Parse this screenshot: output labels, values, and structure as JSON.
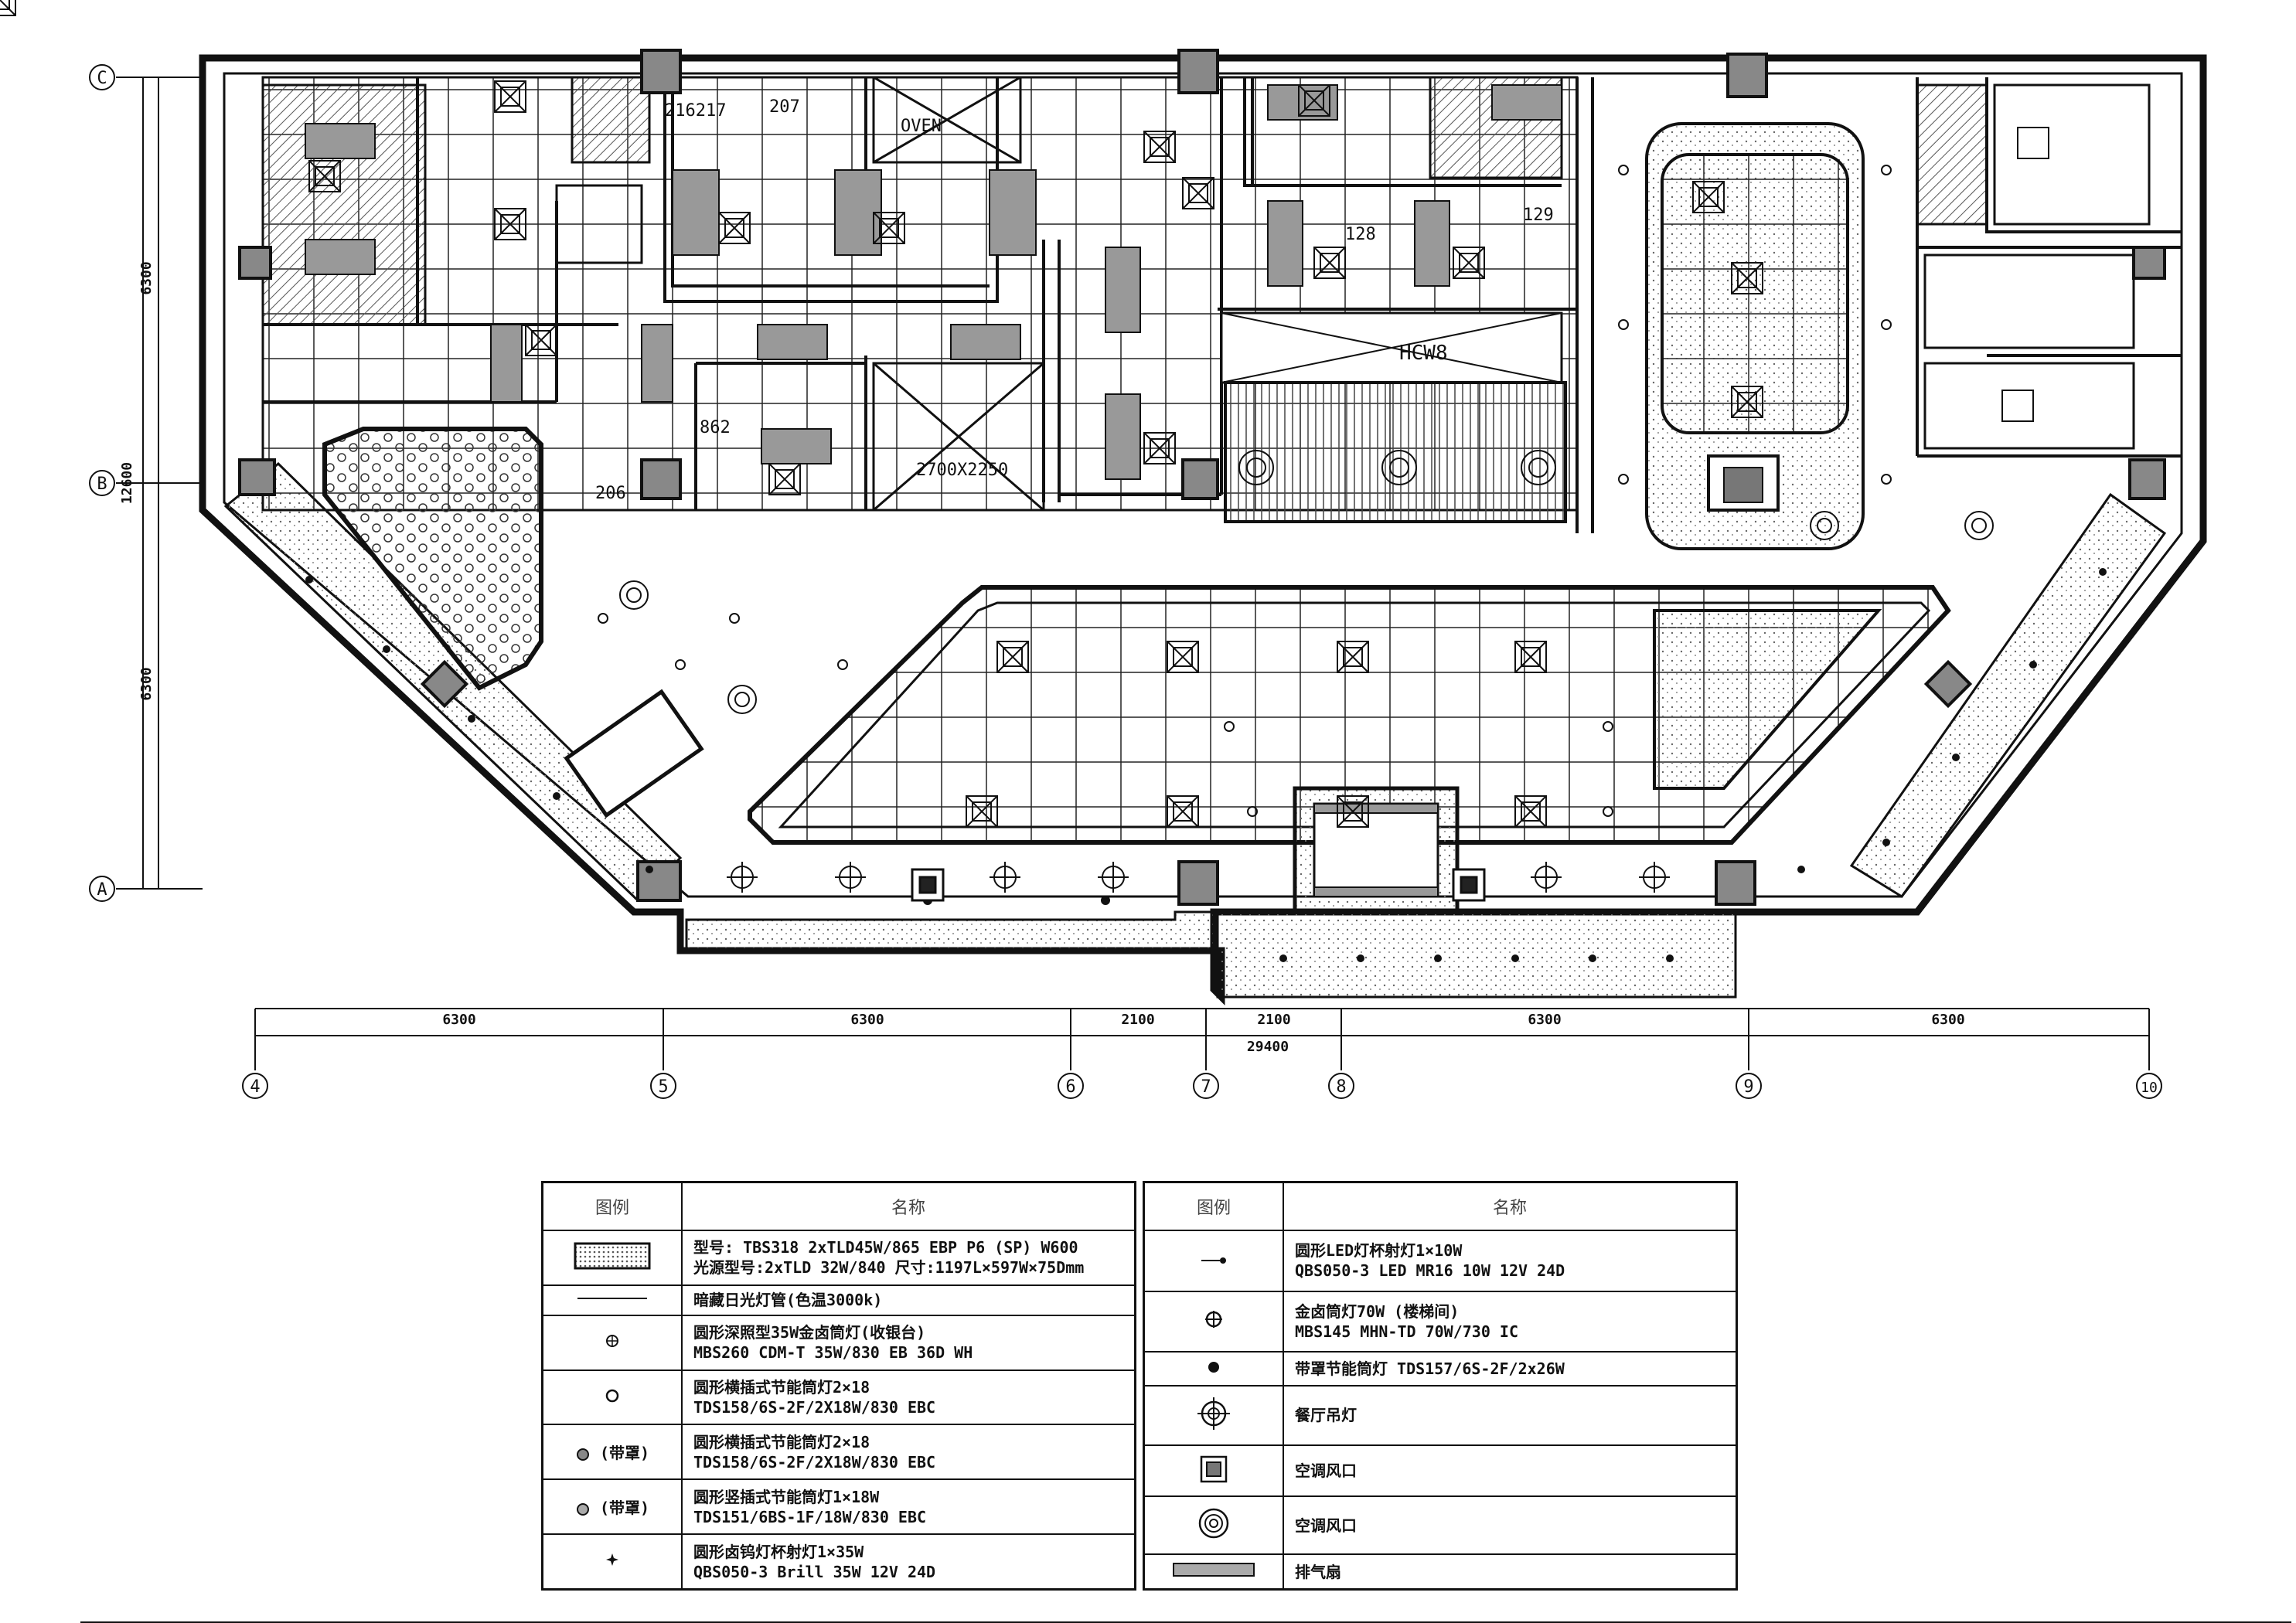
{
  "grid_axes": {
    "rows": [
      "C",
      "B",
      "A"
    ],
    "columns": [
      "4",
      "5",
      "6",
      "7",
      "8",
      "9",
      "10"
    ]
  },
  "dimensions": {
    "horizontal": [
      "6300",
      "6300",
      "2100",
      "2100",
      "6300",
      "6300"
    ],
    "horizontal_total": "29400",
    "vertical": [
      "6300",
      "6300"
    ],
    "vertical_total": "12600"
  },
  "room_labels": {
    "r1": "216217",
    "r2": "207",
    "r3": "OVEN",
    "r4": "HCW8",
    "r5": "2700X2250",
    "r6": "206",
    "r7": "128",
    "r8": "129",
    "r9": "862"
  },
  "legend": {
    "header_symbol": "图例",
    "header_name": "名称",
    "left": [
      {
        "icon": "fluorescent-panel",
        "text1": "型号: TBS318 2xTLD45W/865 EBP P6 (SP) W600",
        "text2": "光源型号:2xTLD 32W/840  尺寸:1197L×597W×75Dmm"
      },
      {
        "icon": "concealed-tube",
        "text1": "暗藏日光灯管(色温3000k)",
        "text2": ""
      },
      {
        "icon": "metal-halide-downlight",
        "text1": "圆形深照型35W金卤筒灯(收银台)",
        "text2": "MBS260 CDM-T 35W/830 EB 36D WH"
      },
      {
        "icon": "horizontal-downlight",
        "text1": "圆形横插式节能筒灯2×18",
        "text2": "TDS158/6S-2F/2X18W/830 EBC"
      },
      {
        "icon": "covered-downlight",
        "text1": "圆形横插式节能筒灯2×18",
        "text2": "TDS158/6S-2F/2X18W/830 EBC",
        "tag": "(带罩)"
      },
      {
        "icon": "vertical-downlight",
        "text1": "圆形竖插式节能筒灯1×18W",
        "text2": "TDS151/6BS-1F/18W/830 EBC",
        "tag": "(带罩)"
      },
      {
        "icon": "halogen-spotlight",
        "text1": "圆形卤钨灯杯射灯1×35W",
        "text2": "QBS050-3 Brill 35W 12V 24D"
      }
    ],
    "right": [
      {
        "icon": "led-spotlight",
        "text1": "圆形LED灯杯射灯1×10W",
        "text2": "QBS050-3 LED MR16 10W 12V 24D"
      },
      {
        "icon": "metal-halide-70w",
        "text1": "金卤筒灯70W (楼梯间)",
        "text2": "MBS145 MHN-TD 70W/730 IC"
      },
      {
        "icon": "energy-downlight",
        "text1": "带罩节能筒灯 TDS157/6S-2F/2x26W",
        "text2": ""
      },
      {
        "icon": "chandelier",
        "text1": "餐厅吊灯",
        "text2": ""
      },
      {
        "icon": "ac-vent-square",
        "text1": "空调风口",
        "text2": ""
      },
      {
        "icon": "ac-vent-round",
        "text1": "空调风口",
        "text2": ""
      },
      {
        "icon": "exhaust-fan",
        "text1": "排气扇",
        "text2": ""
      }
    ]
  }
}
